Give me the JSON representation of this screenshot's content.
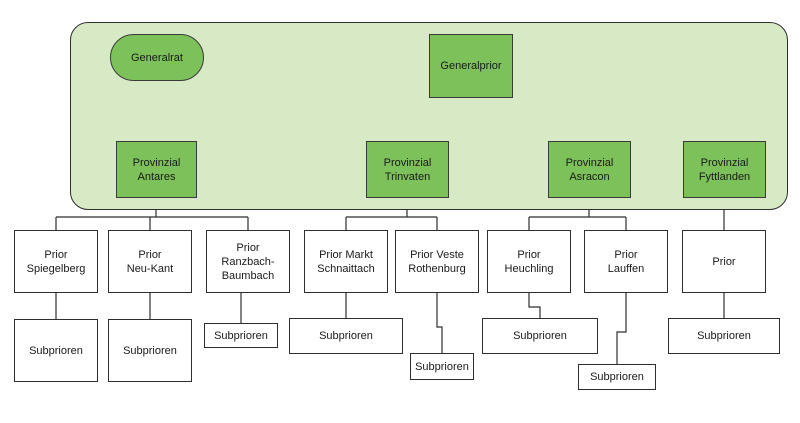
{
  "general_council": {
    "label": "Generalrat"
  },
  "general_prior": {
    "label": "Generalprior"
  },
  "provincials": [
    {
      "label": "Provinzial\nAntares"
    },
    {
      "label": "Provinzial\nTrinvaten"
    },
    {
      "label": "Provinzial\nAsracon"
    },
    {
      "label": "Provinzial\nFyttlanden"
    }
  ],
  "priors": [
    {
      "label": "Prior\nSpiegelberg"
    },
    {
      "label": "Prior\nNeu-Kant"
    },
    {
      "label": "Prior\nRanzbach-Baumbach"
    },
    {
      "label": "Prior Markt\nSchnaittach"
    },
    {
      "label": "Prior Veste\nRothenburg"
    },
    {
      "label": "Prior\nHeuchling"
    },
    {
      "label": "Prior\nLauffen"
    },
    {
      "label": "Prior"
    }
  ],
  "subpriors": [
    {
      "label": "Subprioren"
    },
    {
      "label": "Subprioren"
    },
    {
      "label": "Subprioren"
    },
    {
      "label": "Subprioren"
    },
    {
      "label": "Subprioren"
    },
    {
      "label": "Subprioren"
    },
    {
      "label": "Subprioren"
    },
    {
      "label": "Subprioren"
    }
  ],
  "colors": {
    "region_fill": "#d8e9c6",
    "node_green": "#7dc15a",
    "node_white": "#ffffff",
    "stroke": "#2e2e2e"
  }
}
